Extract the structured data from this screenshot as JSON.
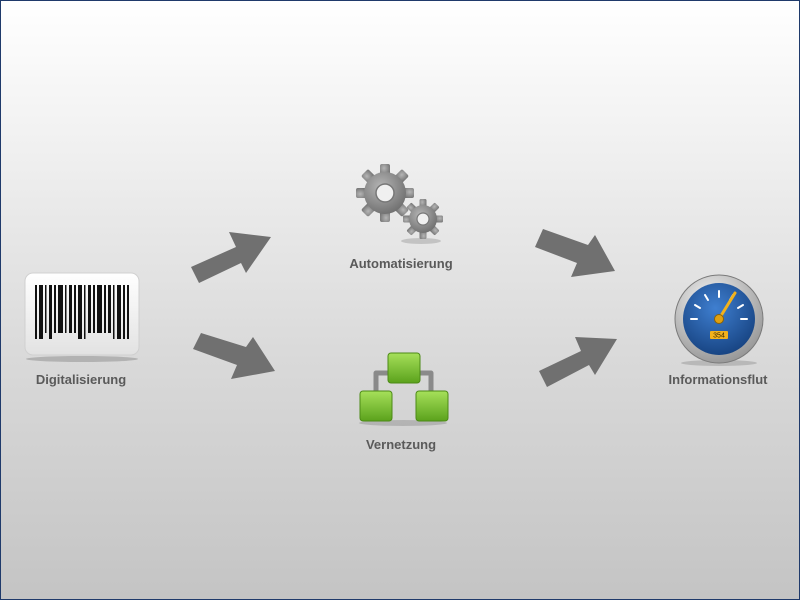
{
  "nodes": {
    "digitalisierung": {
      "label": "Digitalisierung",
      "icon": "barcode-icon"
    },
    "automatisierung": {
      "label": "Automatisierung",
      "icon": "gears-icon"
    },
    "vernetzung": {
      "label": "Vernetzung",
      "icon": "network-icon"
    },
    "informationsflut": {
      "label": "Informationsflut",
      "icon": "speedometer-icon",
      "gauge_readout": "354"
    }
  },
  "colors": {
    "arrow": "#707070",
    "label": "#5a5a5a",
    "network_green": "#78c02a",
    "gauge_blue": "#1d4f96",
    "border": "#1f3a6b"
  }
}
